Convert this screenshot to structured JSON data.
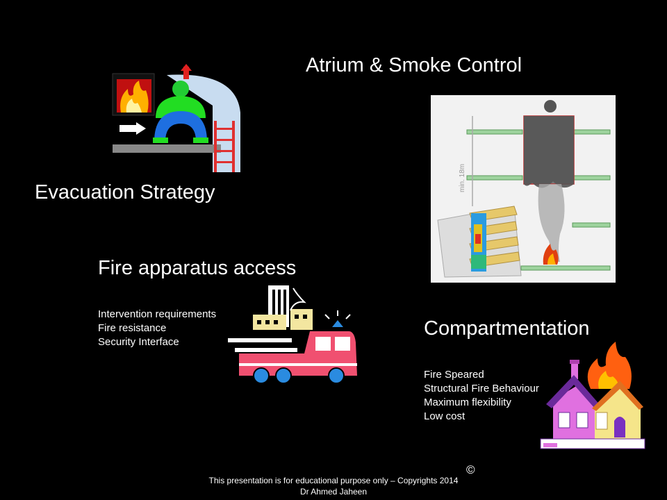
{
  "slide": {
    "atrium_title": "Atrium & Smoke Control",
    "evacuation_title": "Evacuation Strategy",
    "fire_access": {
      "title": "Fire apparatus access",
      "items": [
        "Intervention requirements",
        "Fire resistance",
        "Security Interface"
      ]
    },
    "compartment": {
      "title": "Compartmentation",
      "items": [
        "Fire Speared",
        "Structural Fire Behaviour",
        "Maximum flexibility",
        "Low cost"
      ]
    },
    "atrium_dimension_label": "min. 18m",
    "footer_line1": "This presentation is for educational purpose only – Copyrights 2014",
    "footer_line2": "Dr Ahmed Jaheen",
    "copyright_symbol": "©"
  },
  "icons": [
    "evacuation-clipart-icon",
    "atrium-smoke-diagram",
    "fire-engine-clipart-icon",
    "burning-house-clipart-icon"
  ]
}
